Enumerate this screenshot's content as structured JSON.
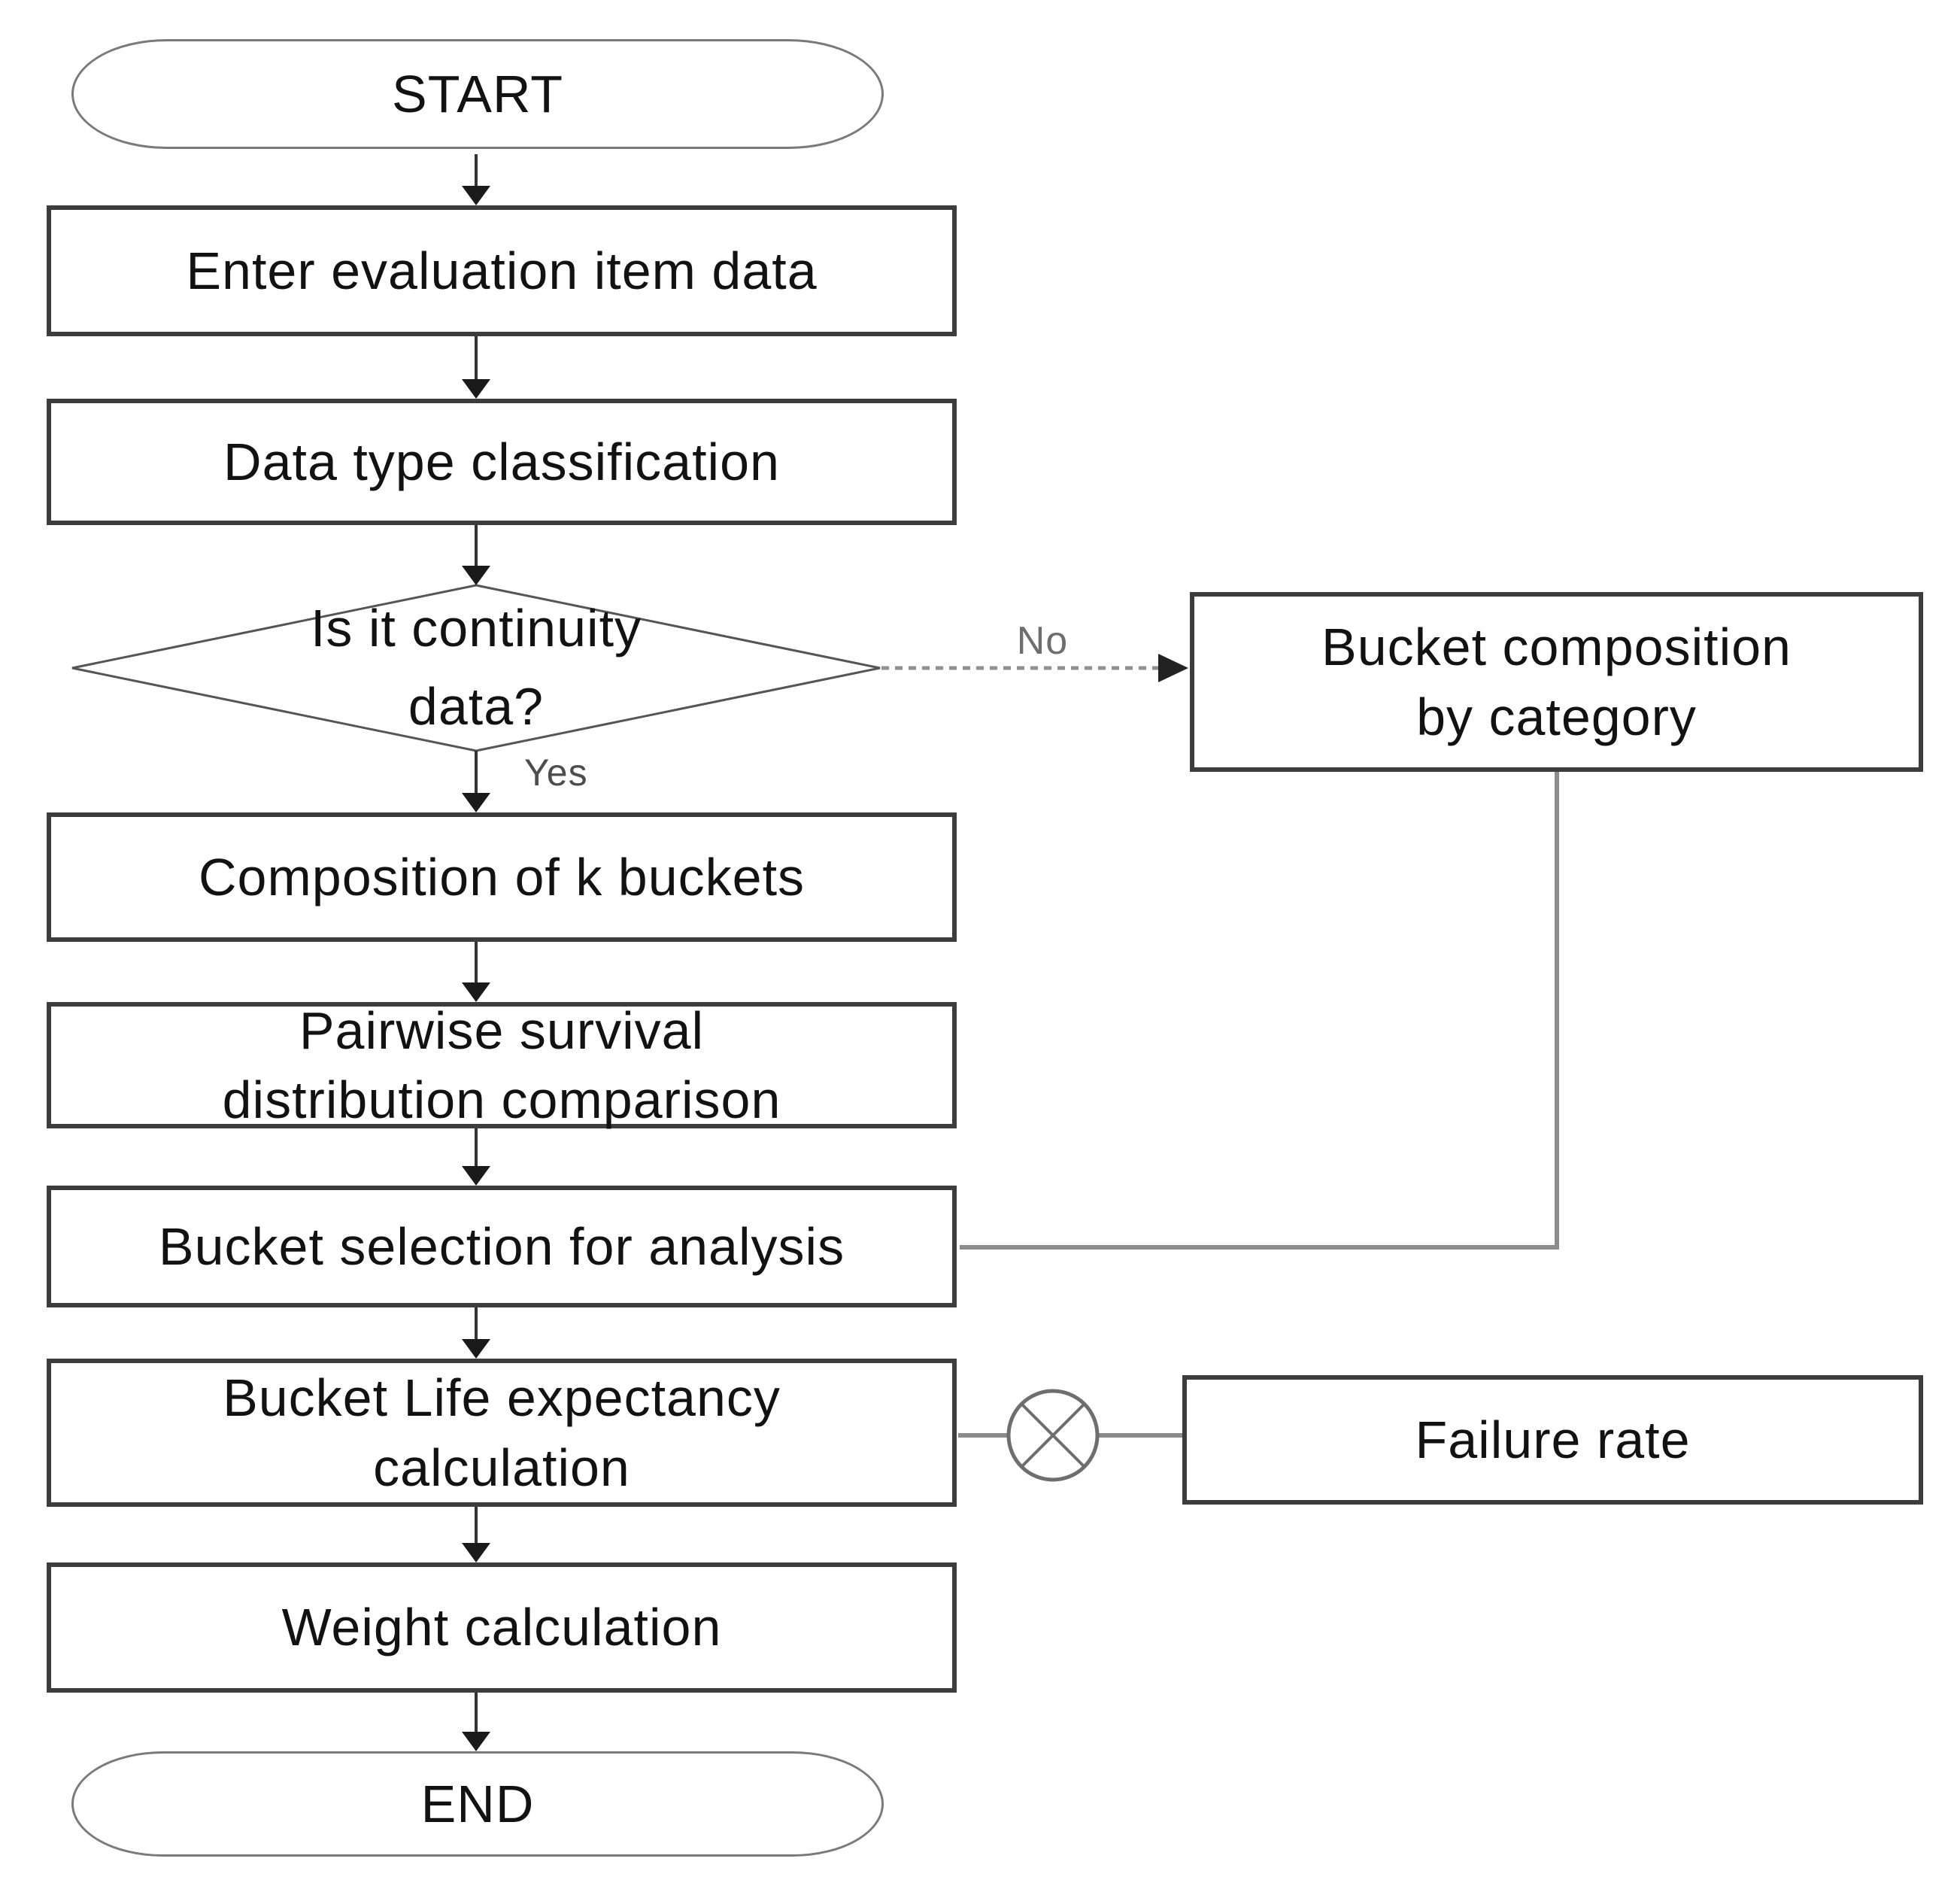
{
  "flowchart": {
    "nodes": {
      "start": {
        "label": "START"
      },
      "enter_evaluation": {
        "label": "Enter evaluation item data"
      },
      "data_type_classification": {
        "label": "Data type classification"
      },
      "continuity_decision": {
        "label": "Is it continuity\ndata?"
      },
      "bucket_composition_by_category": {
        "label": "Bucket composition\nby category"
      },
      "composition_of_k_buckets": {
        "label": "Composition of k buckets"
      },
      "pairwise_survival_comparison": {
        "label": "Pairwise survival\ndistribution comparison"
      },
      "bucket_selection_for_analysis": {
        "label": "Bucket selection for analysis"
      },
      "bucket_life_expectancy_calculation": {
        "label": "Bucket Life expectancy\ncalculation"
      },
      "failure_rate": {
        "label": "Failure rate"
      },
      "weight_calculation": {
        "label": "Weight calculation"
      },
      "end": {
        "label": "END"
      }
    },
    "edge_labels": {
      "no": "No",
      "yes": "Yes"
    },
    "colors": {
      "background": "#ffffff",
      "box_border": "#3d3d3d",
      "oval_border": "#7a7a7a",
      "diamond_border": "#555555",
      "arrow_line": "#333333",
      "arrow_head": "#1a1a1a",
      "gray_connector": "#8c8c8c",
      "dashed_connector": "#909090",
      "text": "#121212",
      "edge_label_text": "#666666"
    }
  }
}
